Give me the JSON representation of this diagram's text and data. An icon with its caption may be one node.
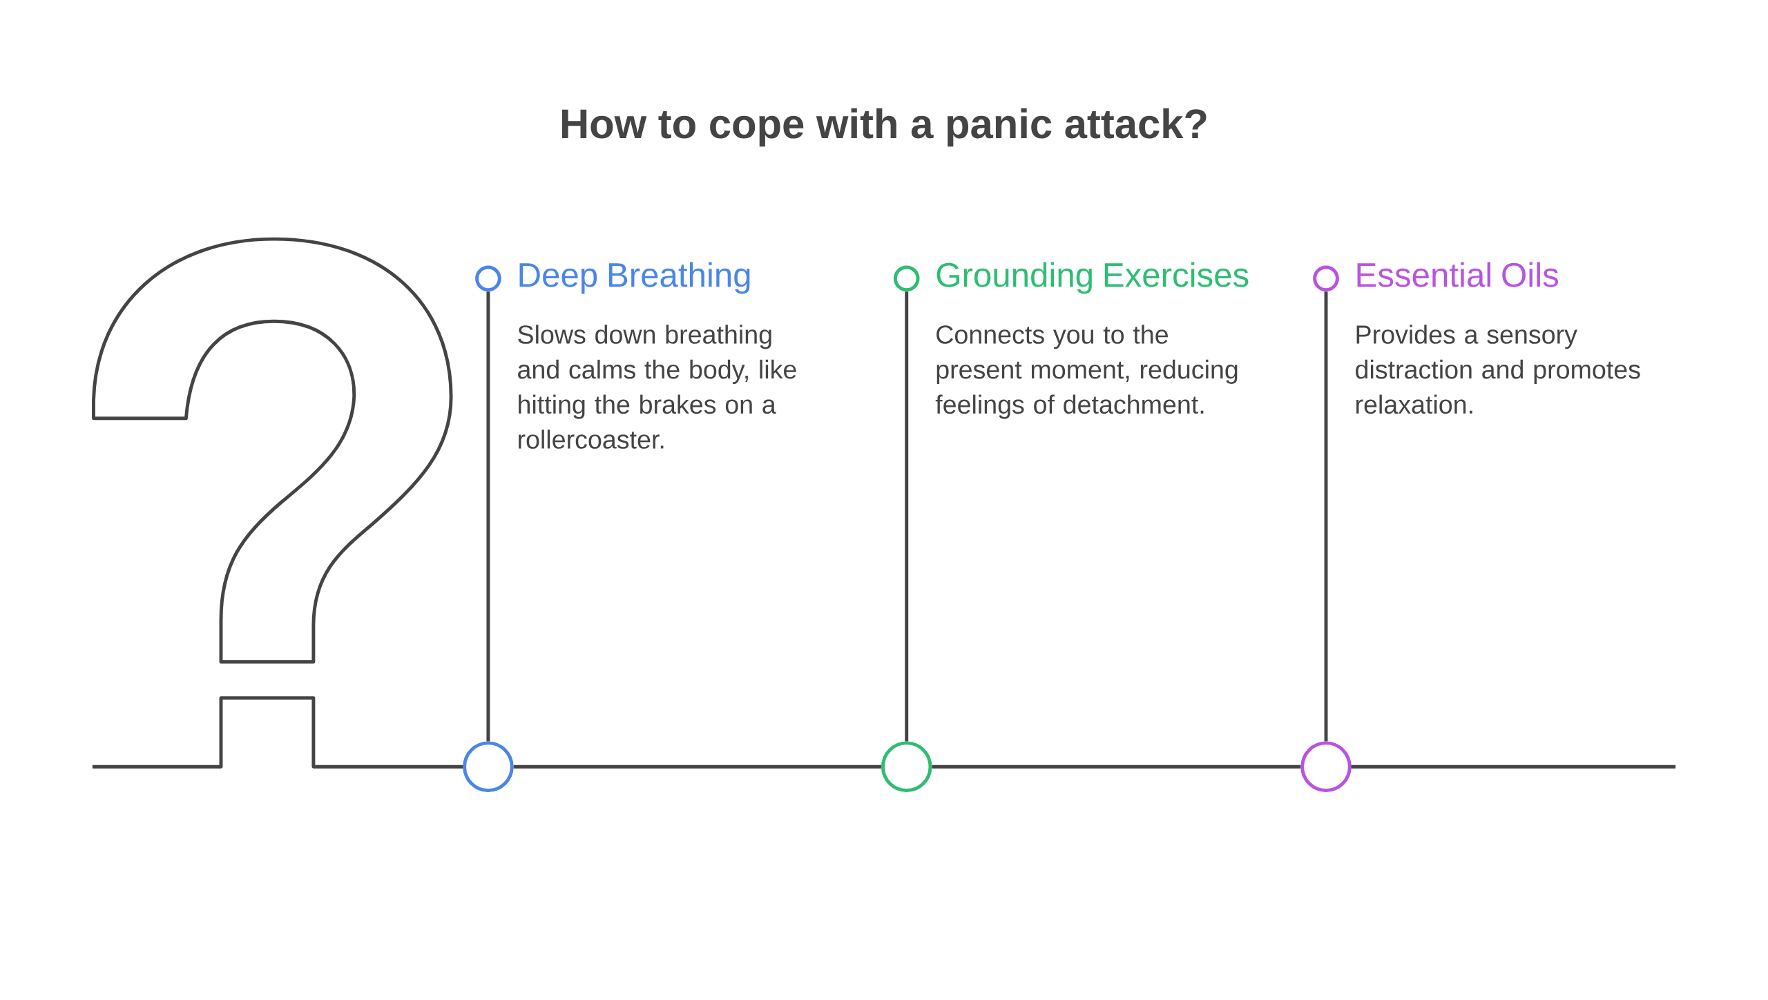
{
  "diagram": {
    "title": "How to cope with a panic attack?",
    "nodes": [
      {
        "text": [
          "Deep Breathing",
          "Slows down breathing and calms the body, like hitting the brakes on a rollercoaster."
        ]
      },
      {
        "text": [
          "Grounding Exercises",
          "Connects you to the present moment, reducing feelings of detachment."
        ]
      },
      {
        "text": [
          "Essential Oils",
          "Provides a sensory distraction and promotes relaxation."
        ]
      },
      {
        "text": [],
        "shape": "circle"
      },
      {
        "text": [],
        "shape": "circle"
      },
      {
        "text": [],
        "shape": "circle"
      },
      {
        "text": [],
        "shape": "circle"
      },
      {
        "text": [],
        "shape": "circle"
      },
      {
        "text": [],
        "shape": "circle"
      }
    ],
    "edges": [
      {
        "from": 6,
        "to": 3,
        "arrow": "none"
      },
      {
        "from": 7,
        "to": 4,
        "arrow": "none"
      },
      {
        "from": 8,
        "to": 5,
        "arrow": "none"
      },
      {
        "from": 6,
        "to": 7,
        "arrow": "none"
      },
      {
        "from": 7,
        "to": 8,
        "arrow": "none"
      }
    ]
  }
}
